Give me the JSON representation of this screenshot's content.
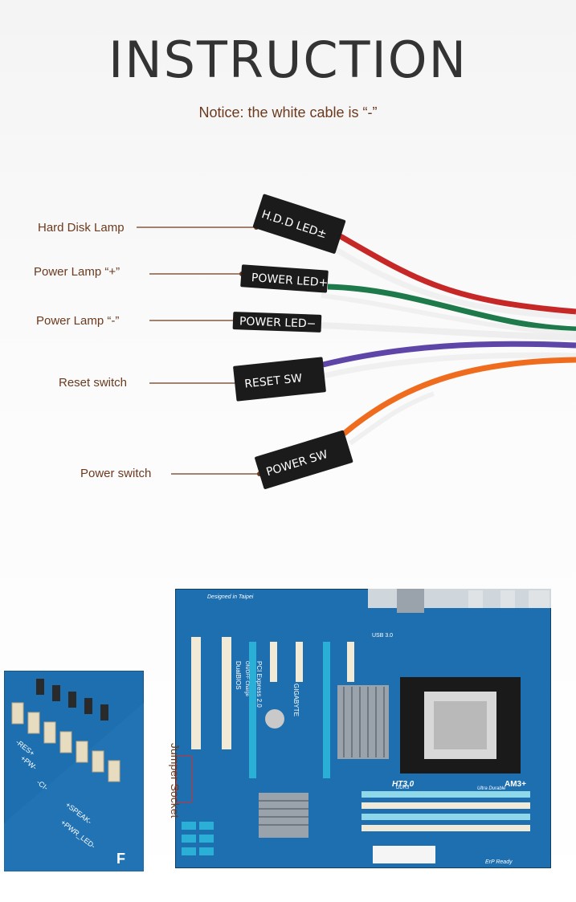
{
  "header": {
    "title": "INSTRUCTION",
    "notice": "Notice: the white cable is “-”"
  },
  "labels": {
    "hdd": "Hard Disk Lamp",
    "power_lamp_plus": "Power Lamp “+”",
    "power_lamp_minus": "Power Lamp “-”",
    "reset": "Reset switch",
    "power_switch": "Power switch"
  },
  "connectors": {
    "hdd": "H.D.D LED±",
    "power_led_plus": "POWER LED+",
    "power_led_minus": "POWER LED−",
    "reset": "RESET SW",
    "power_sw": "POWER SW"
  },
  "board": {
    "jumper_label": "Jumper Socket",
    "brand": "GIGABYTE",
    "designed": "Designed in Taipei",
    "ht": "HT3.0",
    "socket": "AM3+",
    "ddr": "DDR3",
    "ultra": "Ultra Durable",
    "erp": "ErP Ready",
    "pcie": "PCI Express 2.0",
    "dualbios": "DualBIOS",
    "onoff": "ON/OFF Charge",
    "usb": "USB 3.0"
  },
  "inset": {
    "res": "-RES+",
    "pw": "+PW-",
    "ci": "-CI-",
    "speak": "+SPEAK-",
    "pwr_led": "+PWR_LED-",
    "f": "F"
  },
  "colors": {
    "brown_text": "#6b3a1f",
    "wire_red": "#c62828",
    "wire_green": "#1e7a4a",
    "wire_purple": "#5e45a8",
    "wire_orange": "#ef6c1e",
    "wire_white": "#f4f4f4",
    "board_blue": "#1d6fb0"
  }
}
